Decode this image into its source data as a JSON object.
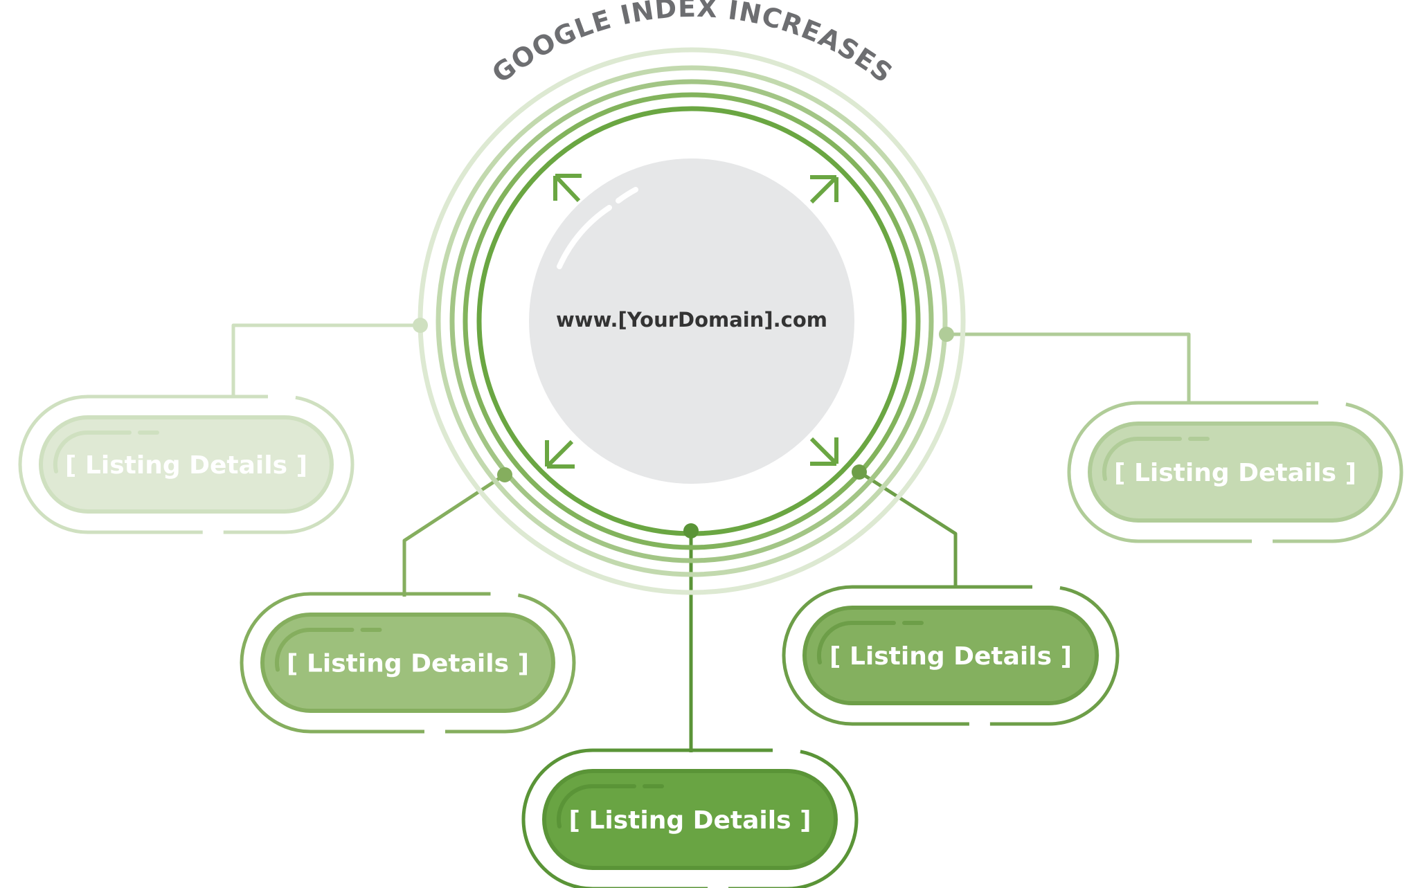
{
  "title": "GOOGLE INDEX INCREASES",
  "center": {
    "domain": "www.[YourDomain].com"
  },
  "rings": [
    "#6aa642",
    "#82b35c",
    "#a2c585",
    "#c2d9ae",
    "#dde9d2"
  ],
  "listings": [
    {
      "label": "[ Listing Details ]",
      "fill": "#dfe9d4",
      "border": "#cfe0c0"
    },
    {
      "label": "[ Listing Details ]",
      "fill": "#9dc07c",
      "border": "#85ae5e"
    },
    {
      "label": "[ Listing Details ]",
      "fill": "#69a443",
      "border": "#5a9437"
    },
    {
      "label": "[ Listing Details ]",
      "fill": "#84b05f",
      "border": "#6d9e48"
    },
    {
      "label": "[ Listing Details ]",
      "fill": "#c6dab3",
      "border": "#b0cc98"
    }
  ]
}
